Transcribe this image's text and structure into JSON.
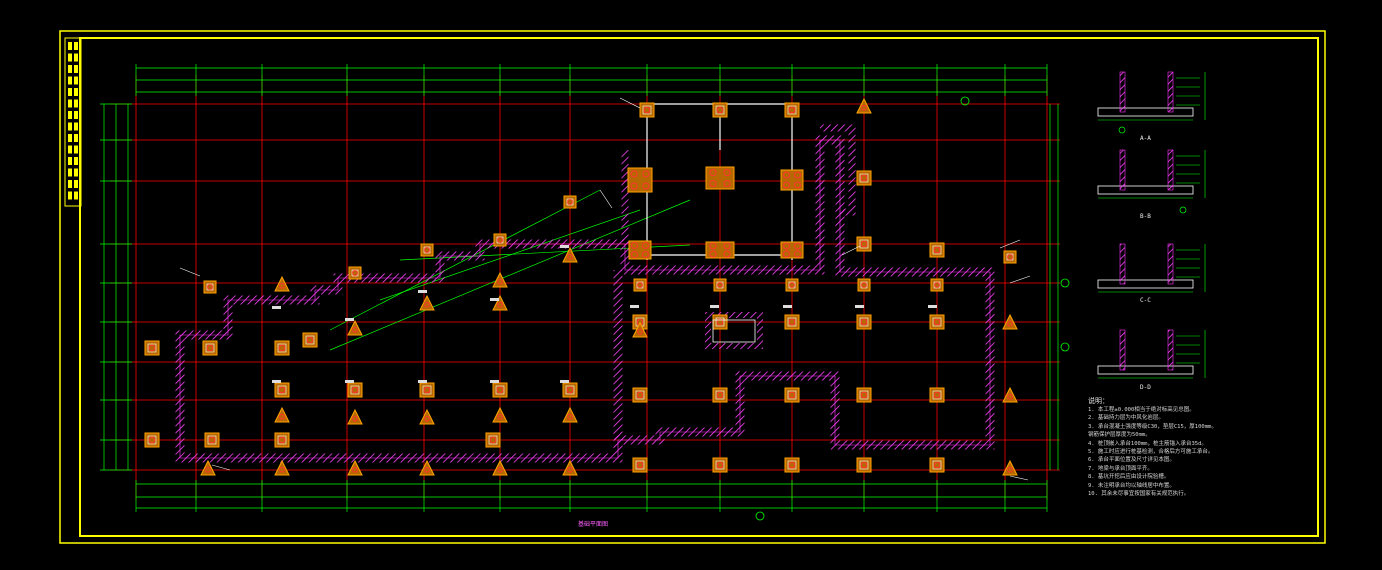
{
  "drawing": {
    "plan_title": "基础平面图",
    "section_labels": [
      "A-A",
      "B-B",
      "C-C",
      "D-D"
    ],
    "notes_title": "说明：",
    "notes": [
      "1. 本工程±0.000相当于绝对标高见总图。",
      "2. 基础持力层为中风化岩层。",
      "3. 承台混凝土强度等级C30，垫层C15，厚100mm。",
      "   钢筋保护层厚度为50mm。",
      "4. 桩顶嵌入承台100mm，桩主筋锚入承台35d。",
      "5. 施工时应进行桩基检测，合格后方可施工承台。",
      "6. 承台平面位置及尺寸详见本图。",
      "7. 地梁与承台顶面平齐。",
      "8. 基坑开挖后应由设计院验槽。",
      "9. 未注明承台均以轴线居中布置。",
      "10. 其余未尽事宜按国家有关规范执行。"
    ]
  },
  "colors": {
    "background": "#000000",
    "frame": "#ffff00",
    "dimension": "#00ff00",
    "axis": "#ff0000",
    "wall": "#ff33ff",
    "wall_hatch": "#ff33ff",
    "cap": "#ffa500",
    "pile": "#ff3333",
    "text": "#ffffff",
    "beam": "#ffffff"
  }
}
